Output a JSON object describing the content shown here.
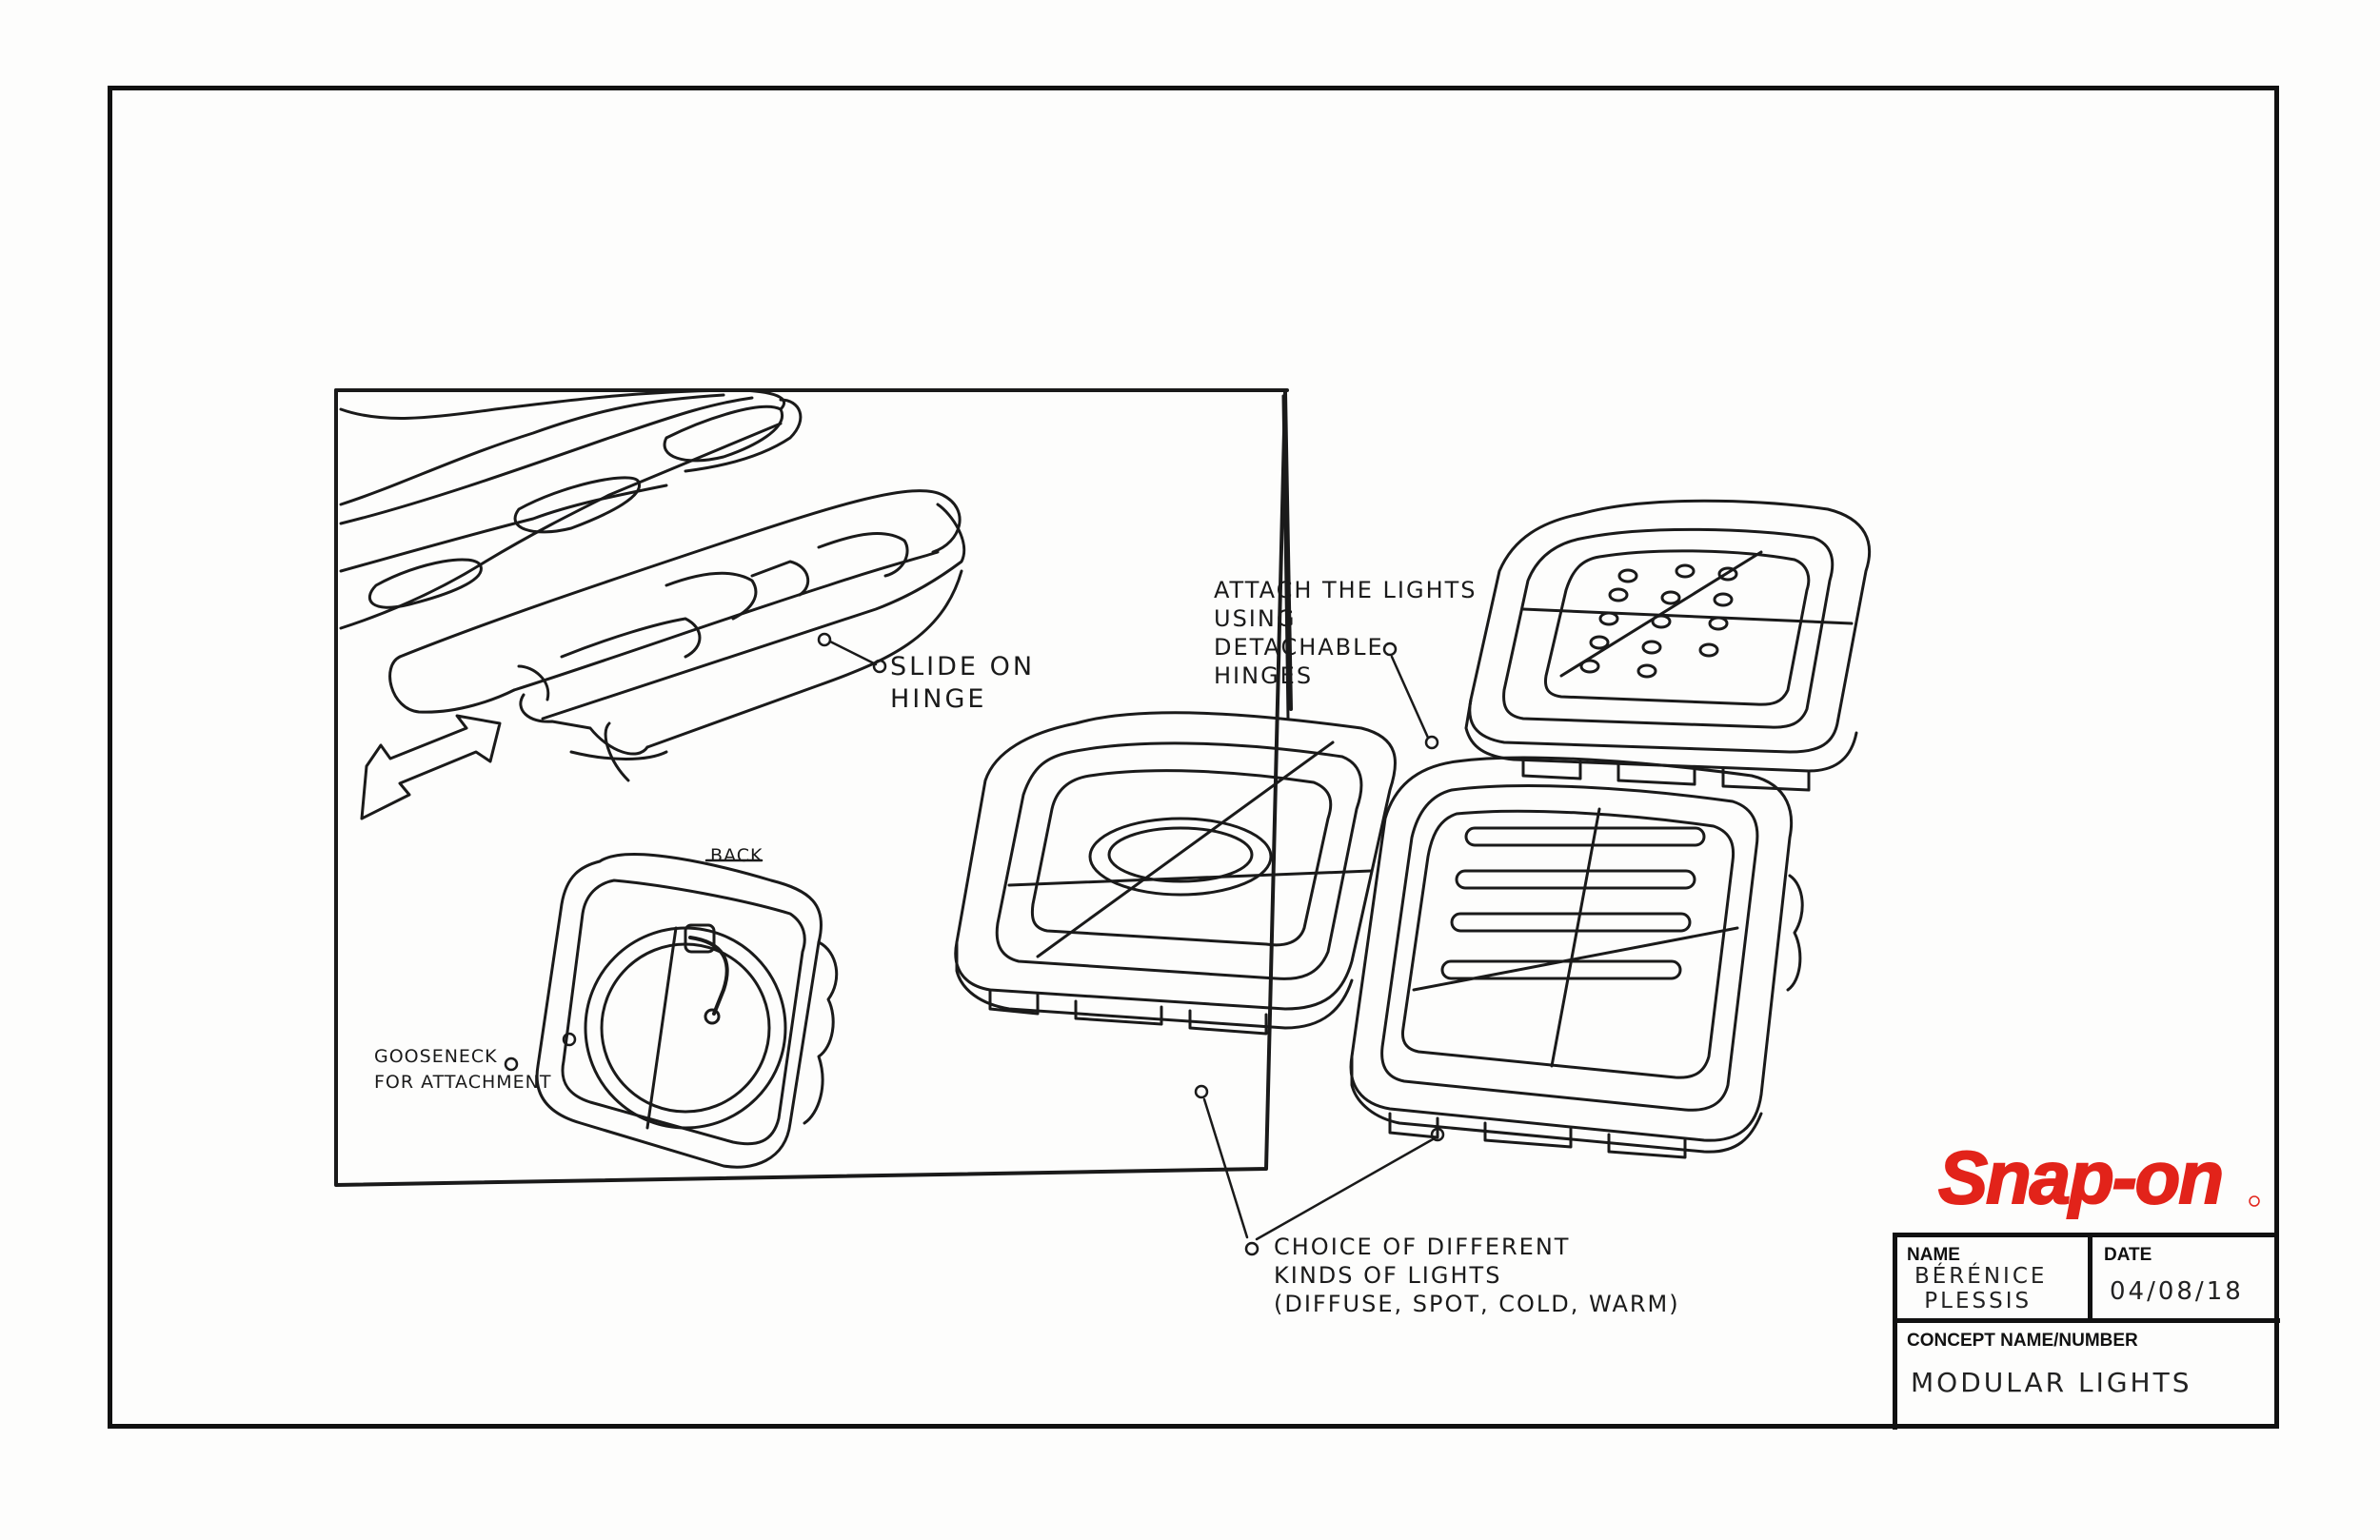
{
  "brand": {
    "name": "Snap-on",
    "color": "#e2231a"
  },
  "annotations": {
    "slide_on_hinge": "SLIDE ON\nHINGE",
    "attach_lights": "ATTACH THE LIGHTS\nUSING\nDETACHABLE\nHINGES",
    "back": "BACK",
    "gooseneck": "GOOSENECK\nFOR ATTACHMENT",
    "choice_of_lights": "CHOICE OF DIFFERENT\nKINDS OF LIGHTS\n(DIFFUSE, SPOT, COLD, WARM)"
  },
  "title_block": {
    "name_label": "NAME",
    "name_value": "BÉRÉNICE\n PLESSIS",
    "date_label": "DATE",
    "date_value": "04/08/18",
    "concept_label": "CONCEPT NAME/NUMBER",
    "concept_value": "MODULAR LIGHTS"
  }
}
